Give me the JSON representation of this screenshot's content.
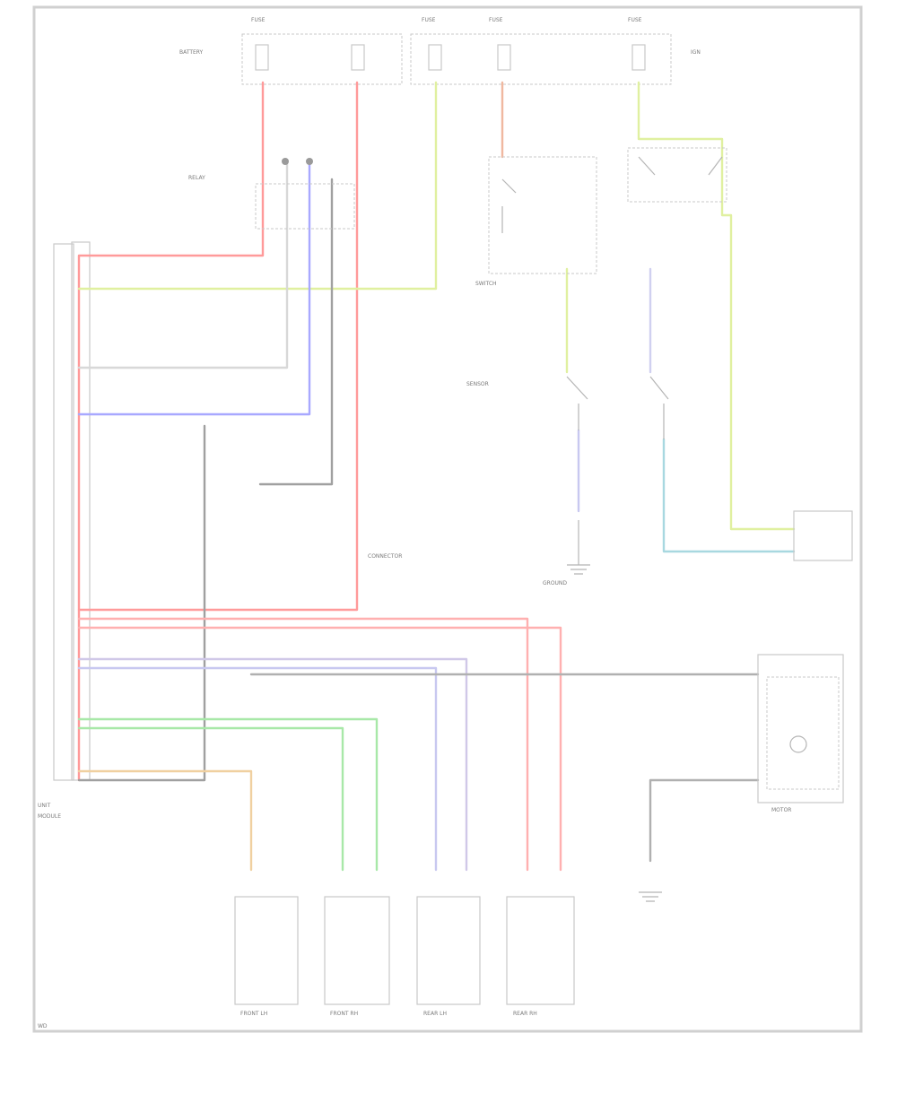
{
  "colors": {
    "red": "#ff9a9a",
    "yellow_green": "#e0f0a0",
    "blue": "#a8a8ff",
    "gray": "#b8b8b8",
    "green": "#a8e8a8",
    "orange": "#f0d0a0",
    "lilac": "#d0c8e8",
    "cyan": "#a8d8e0",
    "dark": "#8a8a8a"
  },
  "labels": {
    "fuse_1": "FUSE",
    "fuse_2": "FUSE",
    "fuse_3": "FUSE",
    "fuse_4": "FUSE",
    "battery_label": "BATTERY",
    "ign_label": "IGN",
    "relay_label": "RELAY",
    "switch_label": "SWITCH",
    "ground_label": "GROUND",
    "module_label": "MODULE",
    "sensor_label": "SENSOR",
    "unit_label": "UNIT",
    "motor_label": "MOTOR",
    "actuator_fl": "FRONT LH",
    "actuator_fr": "FRONT RH",
    "actuator_rl": "REAR LH",
    "actuator_rr": "REAR RH",
    "connector_note": "CONNECTOR",
    "page_code": "WD"
  },
  "icons": {
    "fuse": "fuse-icon",
    "ground": "ground-icon",
    "switch": "switch-icon",
    "motor": "motor-icon",
    "connector": "connector-icon"
  }
}
